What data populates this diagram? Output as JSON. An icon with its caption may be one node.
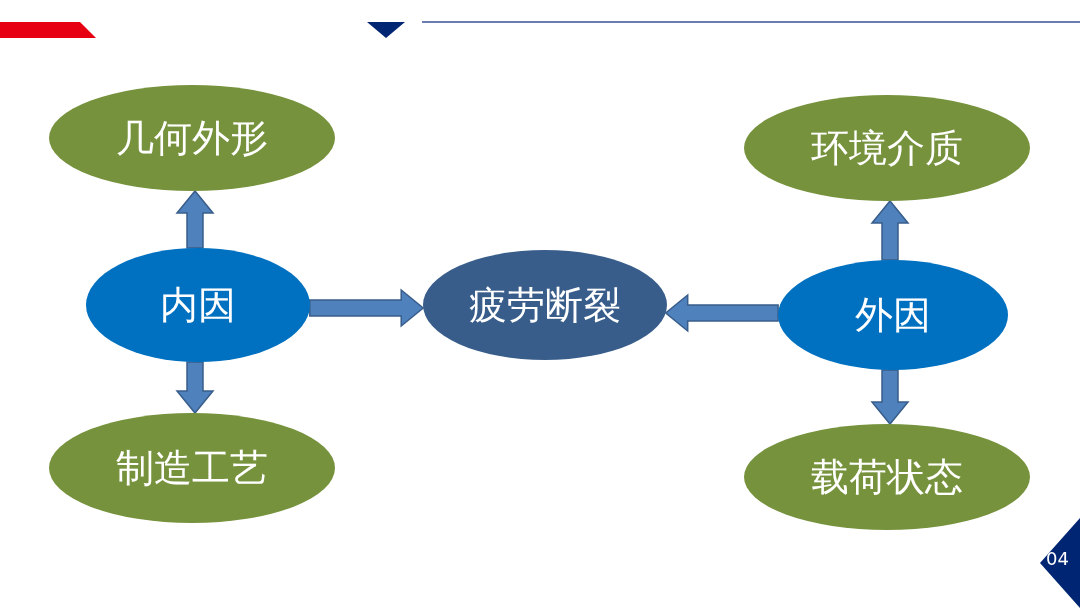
{
  "diagram": {
    "nodes": [
      {
        "text": [
          "几何外形"
        ]
      },
      {
        "text": [
          "环境介质"
        ]
      },
      {
        "text": [
          "内因"
        ]
      },
      {
        "text": [
          "疲劳断裂"
        ]
      },
      {
        "text": [
          "外因"
        ]
      },
      {
        "text": [
          "制造工艺"
        ]
      },
      {
        "text": [
          "载荷状态"
        ]
      }
    ],
    "edges": [
      {
        "from": 2,
        "to": 0,
        "arrow": "to"
      },
      {
        "from": 2,
        "to": 5,
        "arrow": "to"
      },
      {
        "from": 2,
        "to": 3,
        "arrow": "to"
      },
      {
        "from": 4,
        "to": 3,
        "arrow": "to"
      },
      {
        "from": 4,
        "to": 1,
        "arrow": "to"
      },
      {
        "from": 4,
        "to": 6,
        "arrow": "to"
      }
    ],
    "labels": [
      "04"
    ]
  }
}
